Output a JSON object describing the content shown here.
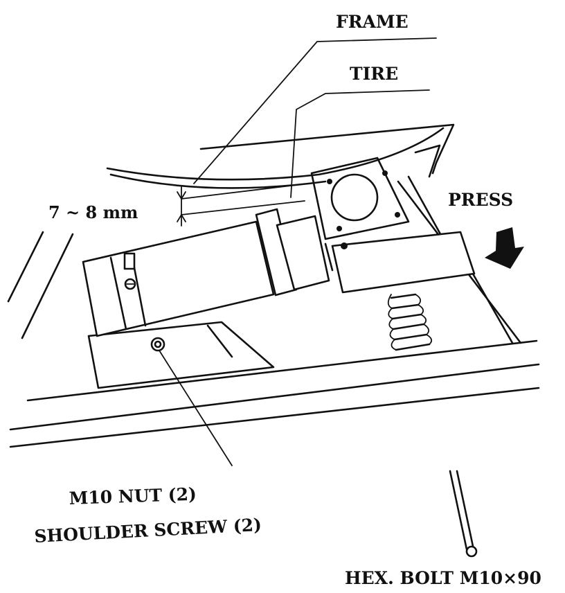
{
  "labels": {
    "frame": "FRAME",
    "tire": "TIRE",
    "gap": "7 ~ 8 mm",
    "press": "PRESS",
    "nut": "M10  NUT (2)",
    "shoulder_screw": "SHOULDER SCREW (2)",
    "hex_bolt": "HEX.  BOLT  M10×90"
  },
  "colors": {
    "ink": "#111111",
    "paper": "#ffffff"
  },
  "icons": [
    "press-arrow-icon"
  ]
}
